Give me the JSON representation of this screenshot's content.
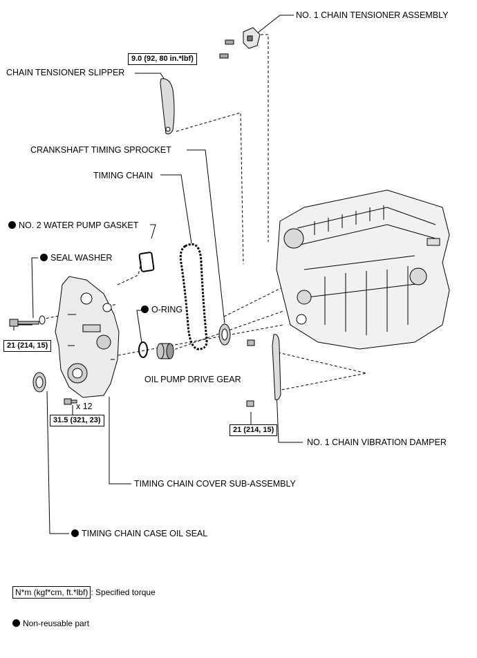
{
  "labels": {
    "tensioner": "NO. 1 CHAIN TENSIONER ASSEMBLY",
    "slipper": "CHAIN TENSIONER SLIPPER",
    "sprocket": "CRANKSHAFT TIMING SPROCKET",
    "chain": "TIMING CHAIN",
    "gasket": "NO. 2 WATER PUMP GASKET",
    "seal_washer": "SEAL WASHER",
    "oring": "O-RING",
    "drive_gear": "OIL PUMP DRIVE GEAR",
    "damper": "NO. 1 CHAIN VIBRATION DAMPER",
    "cover": "TIMING CHAIN COVER SUB-ASSEMBLY",
    "oil_seal": "TIMING CHAIN CASE OIL SEAL",
    "bolt_count": "x 12"
  },
  "torques": {
    "tensioner": "9.0 (92, 80 in.*lbf)",
    "seal_bolt": "21 (214, 15)",
    "cover_bolt": "31.5 (321, 23)",
    "damper_bolt": "21 (214, 15)"
  },
  "legend": {
    "torque_box": "N*m (kgf*cm, ft.*lbf)",
    "torque_text": ": Specified torque",
    "nonreusable_text": "Non-reusable part"
  }
}
